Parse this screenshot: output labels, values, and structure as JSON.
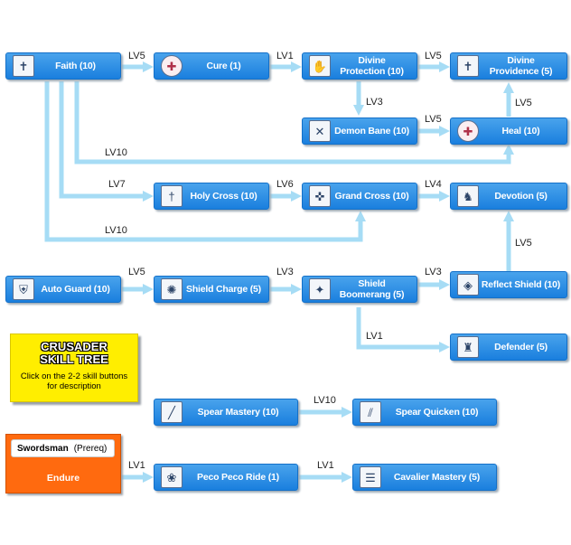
{
  "notice": {
    "title_line1": "CRUSADER",
    "title_line2": "SKILL TREE",
    "text": "Click on the 2-2 skill buttons for description"
  },
  "prereq": {
    "job": "Swordsman",
    "tag": "(Prereq)",
    "skill": "Endure"
  },
  "skills": {
    "faith": {
      "label": "Faith (10)",
      "icon": "cross-tablet-icon"
    },
    "cure": {
      "label": "Cure (1)",
      "icon": "heart-cross-icon"
    },
    "divine_protection": {
      "line1": "Divine",
      "line2": "Protection (10)",
      "icon": "shield-bless-icon"
    },
    "divine_providence": {
      "line1": "Divine",
      "line2": "Providence (5)",
      "icon": "cross-tablet-icon"
    },
    "demon_bane": {
      "label": "Demon Bane (10)",
      "icon": "bane-icon"
    },
    "heal": {
      "label": "Heal (10)",
      "icon": "heart-cross-icon"
    },
    "holy_cross": {
      "label": "Holy Cross (10)",
      "icon": "holy-cross-icon"
    },
    "grand_cross": {
      "label": "Grand Cross (10)",
      "icon": "grand-cross-icon"
    },
    "devotion": {
      "label": "Devotion (5)",
      "icon": "devotion-icon"
    },
    "auto_guard": {
      "label": "Auto Guard (10)",
      "icon": "guard-icon"
    },
    "shield_charge": {
      "label": "Shield Charge (5)",
      "icon": "shield-charge-icon"
    },
    "shield_boomerang": {
      "line1": "Shield",
      "line2": "Boomerang (5)",
      "icon": "boomerang-icon"
    },
    "reflect_shield": {
      "label": "Reflect Shield (10)",
      "icon": "reflect-shield-icon"
    },
    "defender": {
      "label": "Defender (5)",
      "icon": "defender-icon"
    },
    "spear_mastery": {
      "label": "Spear Mastery (10)",
      "icon": "spear-icon"
    },
    "spear_quicken": {
      "label": "Spear Quicken (10)",
      "icon": "spear-quicken-icon"
    },
    "peco_peco_ride": {
      "label": "Peco Peco Ride (1)",
      "icon": "peco-icon"
    },
    "cavalier_mastery": {
      "label": "Cavalier Mastery (5)",
      "icon": "cavalier-icon"
    }
  },
  "requirements": {
    "faith_to_cure": "LV5",
    "cure_to_divine_protection": "LV1",
    "divine_protection_to_divine_providence": "LV5",
    "divine_protection_to_demon_bane": "LV3",
    "demon_bane_to_heal": "LV5",
    "heal_to_divine_providence": "LV5",
    "faith_to_heal": "LV10",
    "faith_to_holy_cross": "LV7",
    "holy_cross_to_grand_cross": "LV6",
    "grand_cross_to_devotion": "LV4",
    "faith_to_grand_cross": "LV10",
    "reflect_shield_to_devotion": "LV5",
    "auto_guard_to_shield_charge": "LV5",
    "shield_charge_to_shield_boomerang": "LV3",
    "shield_boomerang_to_reflect_shield": "LV3",
    "shield_boomerang_to_defender": "LV1",
    "spear_mastery_to_spear_quicken": "LV10",
    "endure_to_peco_peco_ride": "LV1",
    "peco_peco_ride_to_cavalier_mastery": "LV1"
  },
  "colors": {
    "skill_button": "#1a7fde",
    "connector": "#a6dcf5",
    "notice": "#ffee00",
    "prereq": "#ff6a0f"
  }
}
